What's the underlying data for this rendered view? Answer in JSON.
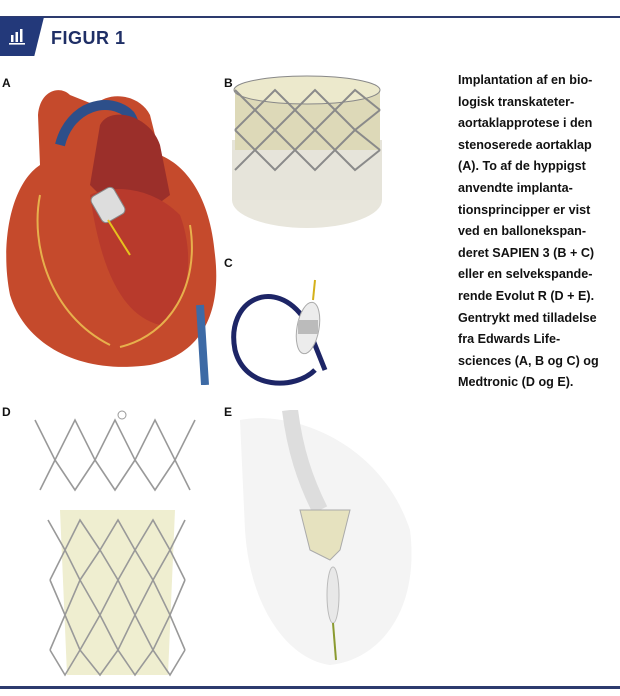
{
  "figure": {
    "title": "FIGUR 1",
    "icon": "bar-chart-icon"
  },
  "panels": {
    "a": "A",
    "b": "B",
    "c": "C",
    "d": "D",
    "e": "E"
  },
  "caption": {
    "lines": [
      "Implantation af en bio-",
      "logisk transkateter-",
      "aortaklapprotese i den",
      "stenoserede aortaklap",
      "(A). To af de hyppigst",
      "anvendte implanta-",
      "tionsprincipper er vist",
      "ved en ballonekspan-",
      "deret SAPIEN 3 (B + C)",
      "eller en selvekspande-",
      "rende Evolut R (D + E).",
      "Gentrykt med tilladelse",
      "fra Edwards Life-",
      "sciences (A, B og C) og",
      "Medtronic (D og E)."
    ]
  },
  "colors": {
    "accent": "#23397a"
  }
}
